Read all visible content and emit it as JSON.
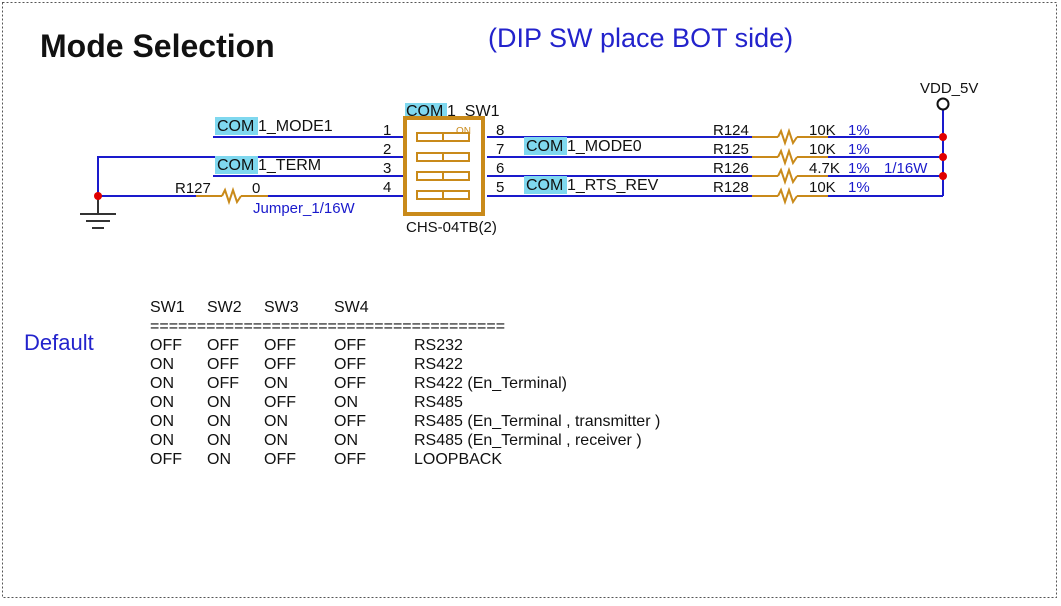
{
  "title": "Mode Selection",
  "subtitle": "(DIP SW place BOT side)",
  "colors": {
    "wire": "#1a1acc",
    "net_highlight": "#7fd8ef",
    "component": "#c98a1a",
    "junction": "#e00000",
    "blue_text": "#2323cc",
    "black": "#111111"
  },
  "switch": {
    "ref": "COM1_SW1",
    "ref_hl": "COM",
    "ref_rest": "1_SW1",
    "part": "CHS-04TB(2)",
    "on_mark": "ON",
    "pins_left": [
      "1",
      "2",
      "3",
      "4"
    ],
    "pins_right": [
      "8",
      "7",
      "6",
      "5"
    ]
  },
  "nets": {
    "mode1_hl": "COM",
    "mode1_rest": "1_MODE1",
    "term_hl": "COM",
    "term_rest": "1_TERM",
    "mode0_hl": "COM",
    "mode0_rest": "1_MODE0",
    "rts_hl": "COM",
    "rts_rest": "1_RTS_REV"
  },
  "power": {
    "vdd": "VDD_5V"
  },
  "resistors": {
    "r127": {
      "ref": "R127",
      "value": "0",
      "note": "Jumper_1/16W"
    },
    "r124": {
      "ref": "R124",
      "value": "10K",
      "tol": "1%"
    },
    "r125": {
      "ref": "R125",
      "value": "10K",
      "tol": "1%"
    },
    "r126": {
      "ref": "R126",
      "value": "4.7K",
      "tol": "1%",
      "power": "1/16W"
    },
    "r128": {
      "ref": "R128",
      "value": "10K",
      "tol": "1%"
    }
  },
  "table": {
    "default_label": "Default",
    "headers": [
      "SW1",
      "SW2",
      "SW3",
      "SW4"
    ],
    "separator": "======================================",
    "rows": [
      {
        "sw": [
          "OFF",
          "OFF",
          "OFF",
          "OFF"
        ],
        "mode": "RS232"
      },
      {
        "sw": [
          "ON",
          "OFF",
          "OFF",
          "OFF"
        ],
        "mode": "RS422"
      },
      {
        "sw": [
          "ON",
          "OFF",
          "ON",
          "OFF"
        ],
        "mode": "RS422 (En_Terminal)"
      },
      {
        "sw": [
          "ON",
          "ON",
          "OFF",
          "ON"
        ],
        "mode": "RS485"
      },
      {
        "sw": [
          "ON",
          "ON",
          "ON",
          "OFF"
        ],
        "mode": "RS485 (En_Terminal , transmitter )"
      },
      {
        "sw": [
          "ON",
          "ON",
          "ON",
          "ON"
        ],
        "mode": "RS485 (En_Terminal , receiver )"
      },
      {
        "sw": [
          "OFF",
          "ON",
          "OFF",
          "OFF"
        ],
        "mode": "LOOPBACK"
      }
    ]
  }
}
